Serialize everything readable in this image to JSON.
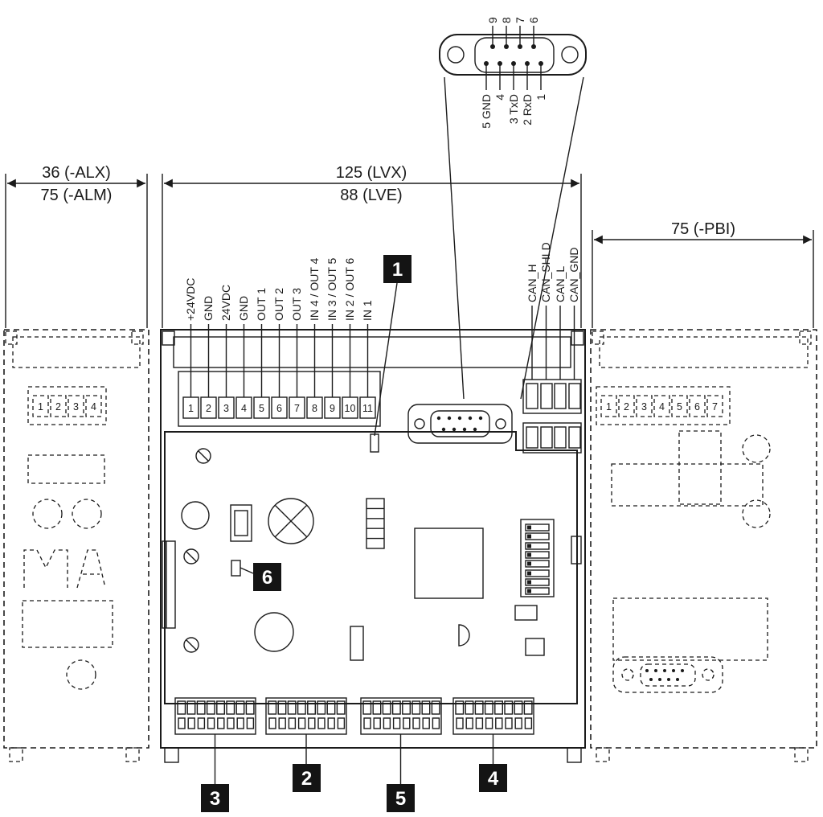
{
  "diagram": {
    "colors": {
      "line": "#1b1b1b",
      "callout_bg": "#141414",
      "callout_text": "#ffffff",
      "background": "#ffffff"
    },
    "dimensions": {
      "left_top": "36 (-ALX)",
      "left_bottom": "75 (-ALM)",
      "center_top": "125 (LVX)",
      "center_bottom": "88 (LVE)",
      "right": "75 (-PBI)"
    },
    "serial_connector": {
      "top_pins": [
        "9",
        "8",
        "7",
        "6"
      ],
      "bottom_pins": [
        "5 GND",
        "4",
        "3 TxD",
        "2 RxD",
        "1"
      ]
    },
    "io_terminals": {
      "labels": [
        "+24VDC",
        "GND",
        "24VDC",
        "GND",
        "OUT 1",
        "OUT 2",
        "OUT 3",
        "IN 4 / OUT 4",
        "IN 3 / OUT 5",
        "IN 2 / OUT 6",
        "IN 1"
      ],
      "numbers": [
        "1",
        "2",
        "3",
        "4",
        "5",
        "6",
        "7",
        "8",
        "9",
        "10",
        "11"
      ]
    },
    "can_terminals": {
      "labels": [
        "CAN_H",
        "CAN_SHLD",
        "CAN_L",
        "CAN_GND"
      ]
    },
    "left_module": {
      "terminal_numbers": [
        "1",
        "2",
        "3",
        "4"
      ]
    },
    "right_module": {
      "terminal_numbers": [
        "1",
        "2",
        "3",
        "4",
        "5",
        "6",
        "7"
      ]
    },
    "callouts": {
      "c1": "1",
      "c2": "2",
      "c3": "3",
      "c4": "4",
      "c5": "5",
      "c6": "6"
    }
  }
}
